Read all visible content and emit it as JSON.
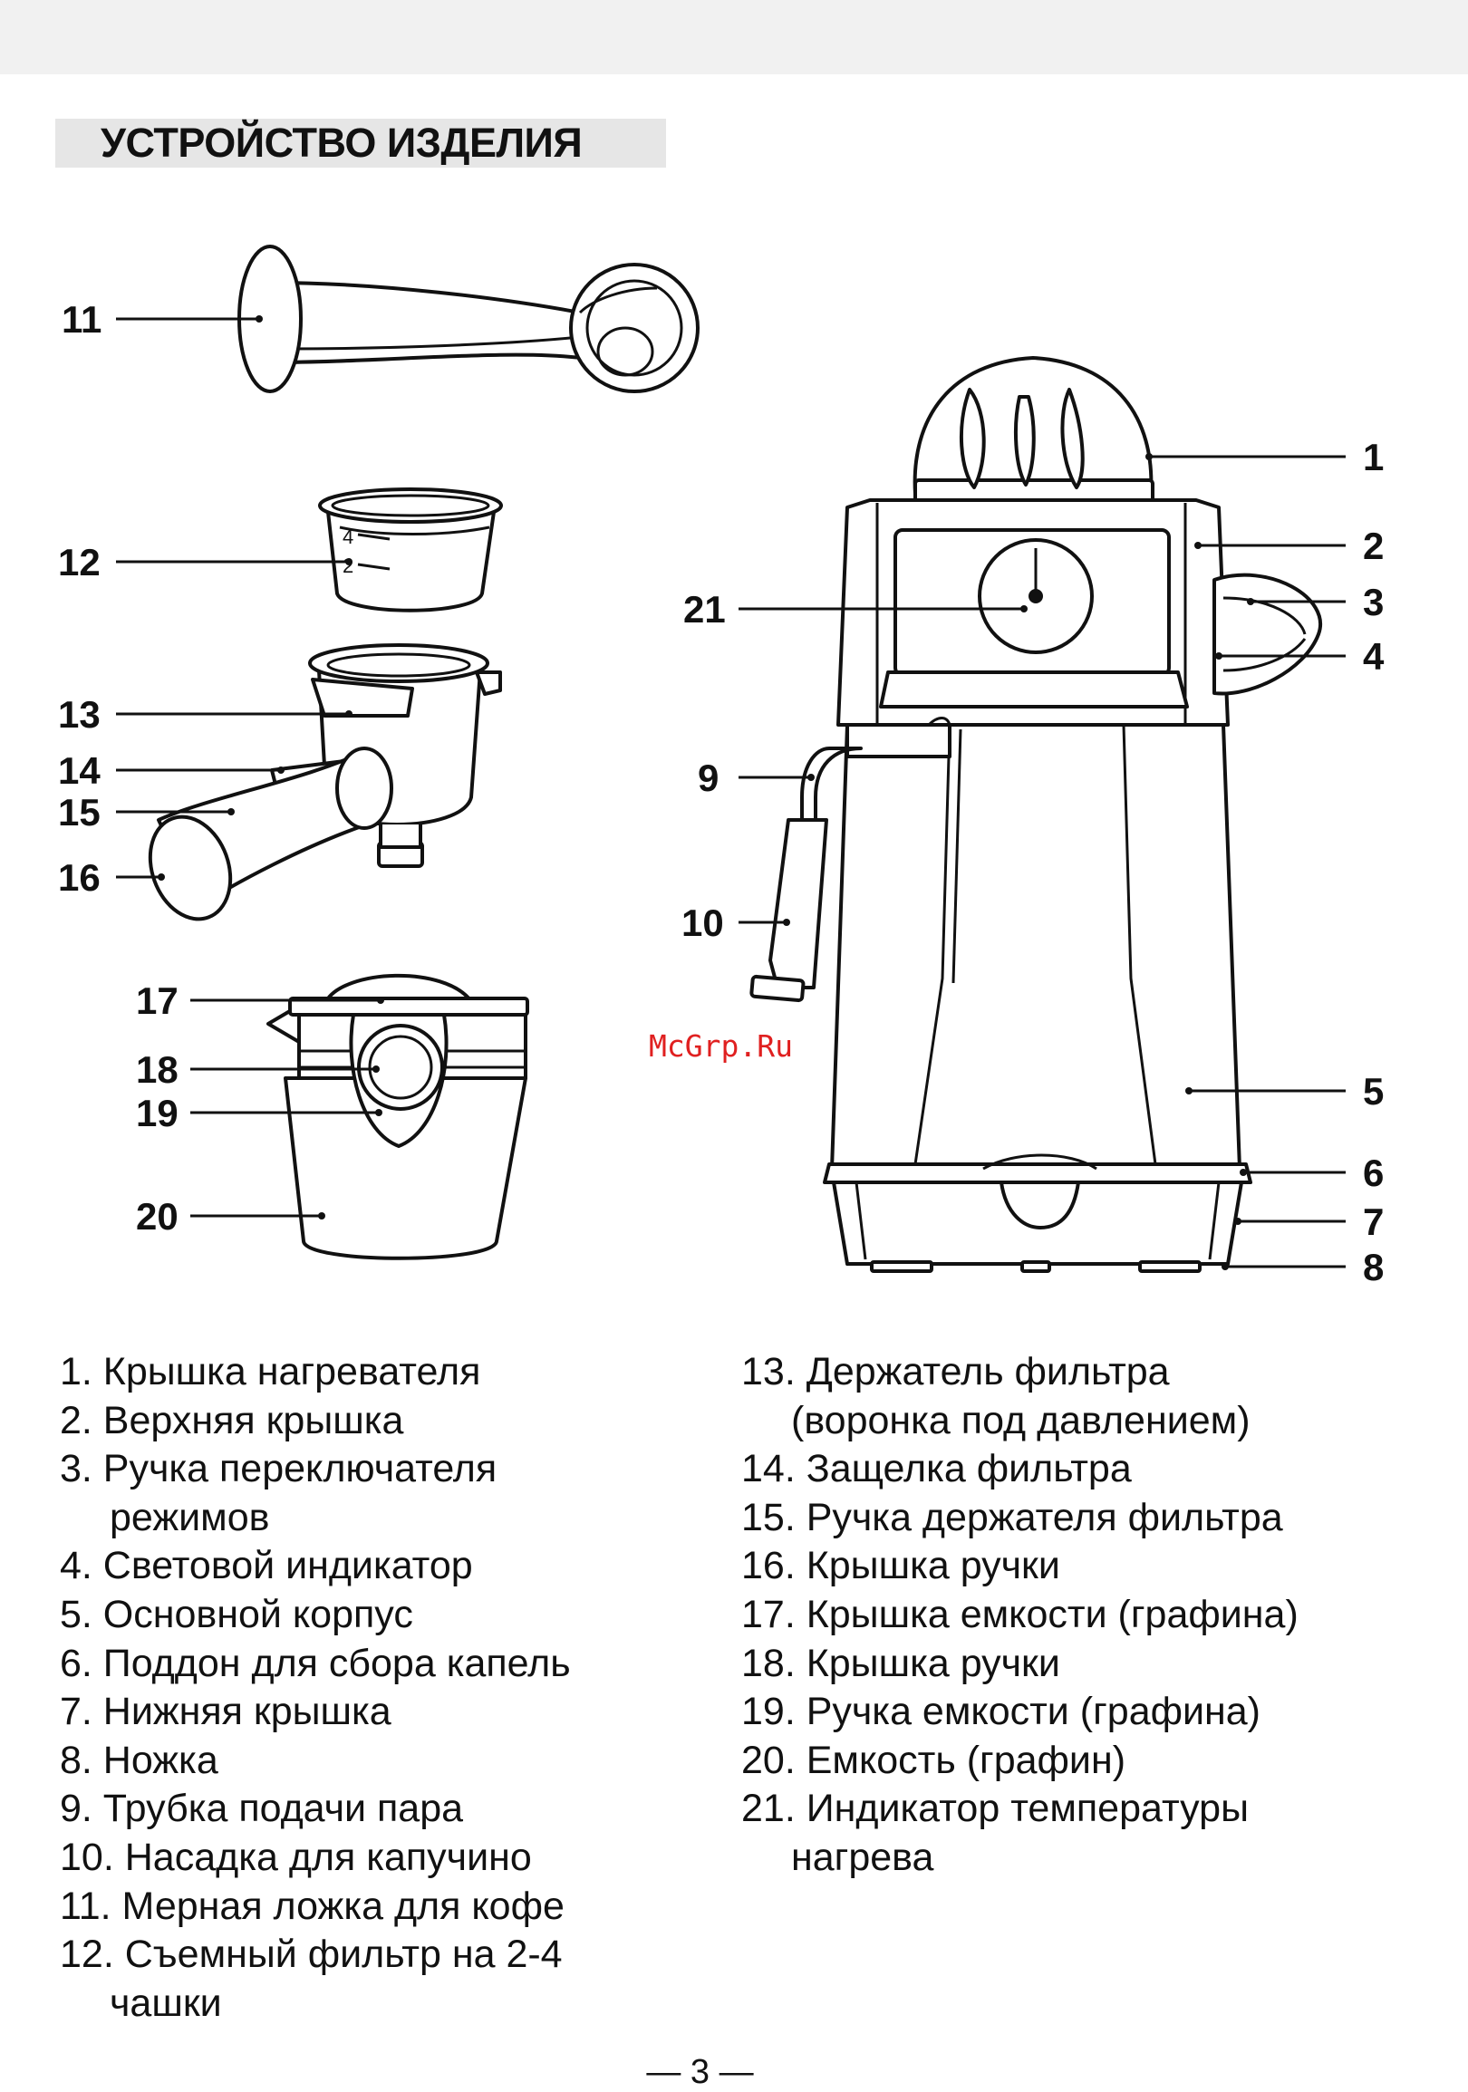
{
  "title": "УСТРОЙСТВО ИЗДЕЛИЯ",
  "watermark": "McGrp.Ru",
  "callouts": [
    "1",
    "2",
    "3",
    "4",
    "5",
    "6",
    "7",
    "8",
    "9",
    "10",
    "11",
    "12",
    "13",
    "14",
    "15",
    "16",
    "17",
    "18",
    "19",
    "20",
    "21"
  ],
  "legend_left": [
    {
      "label": "1. Крышка нагревателя"
    },
    {
      "label": "2. Верхняя крышка"
    },
    {
      "label": "3. Ручка переключателя",
      "cont": "режимов"
    },
    {
      "label": "4. Световой индикатор"
    },
    {
      "label": "5. Основной корпус"
    },
    {
      "label": "6. Поддон для сбора капель"
    },
    {
      "label": "7. Нижняя крышка"
    },
    {
      "label": "8. Ножка"
    },
    {
      "label": "9. Трубка подачи пара"
    },
    {
      "label": "10. Насадка для капучино"
    },
    {
      "label": "11. Мерная ложка для кофе"
    },
    {
      "label": "12. Съемный фильтр на 2-4",
      "cont": "чашки"
    }
  ],
  "legend_right": [
    {
      "label": "13. Держатель фильтра",
      "cont": "(воронка под давлением)"
    },
    {
      "label": "14. Защелка фильтра"
    },
    {
      "label": "15. Ручка держателя фильтра"
    },
    {
      "label": "16. Крышка ручки"
    },
    {
      "label": "17. Крышка емкости (графина)"
    },
    {
      "label": "18. Крышка ручки"
    },
    {
      "label": "19. Ручка емкости (графина)"
    },
    {
      "label": "20. Емкость (графин)"
    },
    {
      "label": "21. Индикатор температуры",
      "cont": "нагрева"
    }
  ],
  "page_number": "— 3 —"
}
